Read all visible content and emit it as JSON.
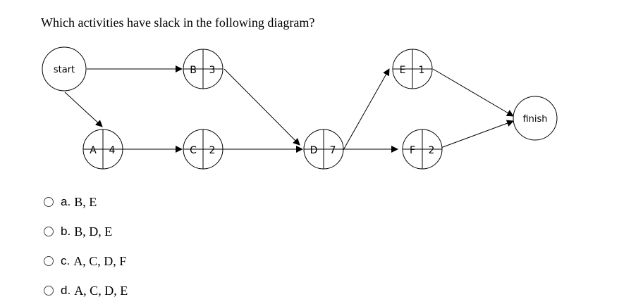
{
  "question": "Which activities have slack in the following diagram?",
  "diagram": {
    "start": "start",
    "finish": "finish",
    "activities": [
      {
        "name": "B",
        "duration": "3"
      },
      {
        "name": "A",
        "duration": "4"
      },
      {
        "name": "C",
        "duration": "2"
      },
      {
        "name": "D",
        "duration": "7"
      },
      {
        "name": "E",
        "duration": "1"
      },
      {
        "name": "F",
        "duration": "2"
      }
    ]
  },
  "options": [
    {
      "letter": "a.",
      "text": "B, E"
    },
    {
      "letter": "b.",
      "text": "B, D, E"
    },
    {
      "letter": "c.",
      "text": "A, C, D, F"
    },
    {
      "letter": "d.",
      "text": "A, C, D, E"
    }
  ]
}
